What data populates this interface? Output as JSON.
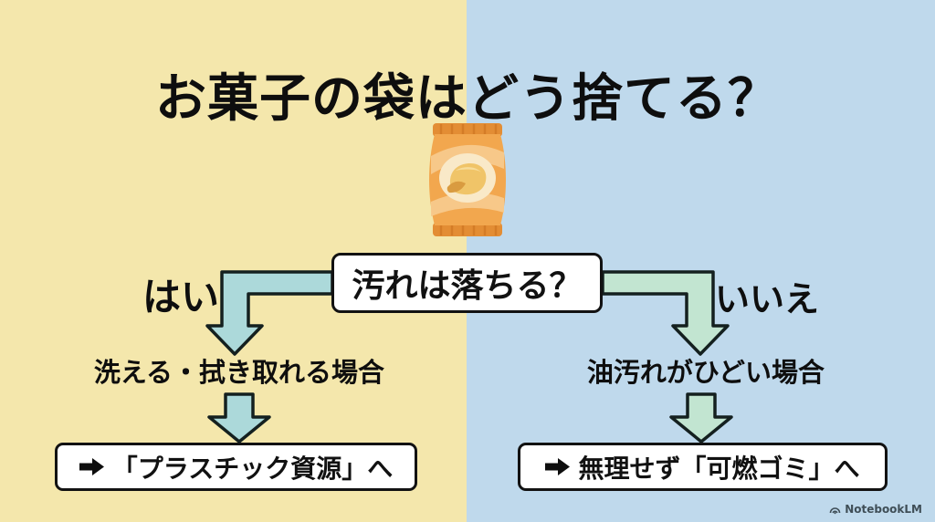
{
  "title": "お菓子の袋はどう捨てる？",
  "background": {
    "left_color": "#F4E7AC",
    "right_color": "#BFD9EC"
  },
  "illustration": {
    "icon": "snack-bag-icon",
    "bag_color": "#F2A74E",
    "crimp_color": "#E38D34",
    "window_color": "#F9E9C8",
    "chip_color": "#F0C468"
  },
  "decision": {
    "question": "汚れは落ちる？"
  },
  "branches": {
    "left": {
      "answer": "はい",
      "condition": "洗える・拭き取れる場合",
      "result": "「プラスチック資源」へ",
      "arrow_color": "#ACD9DA"
    },
    "right": {
      "answer": "いいえ",
      "condition": "油汚れがひどい場合",
      "result": "無理せず「可燃ゴミ」へ",
      "arrow_color": "#C2E5D1"
    }
  },
  "arrow_outline_color": "#14201f",
  "watermark": {
    "label": "NotebookLM"
  }
}
